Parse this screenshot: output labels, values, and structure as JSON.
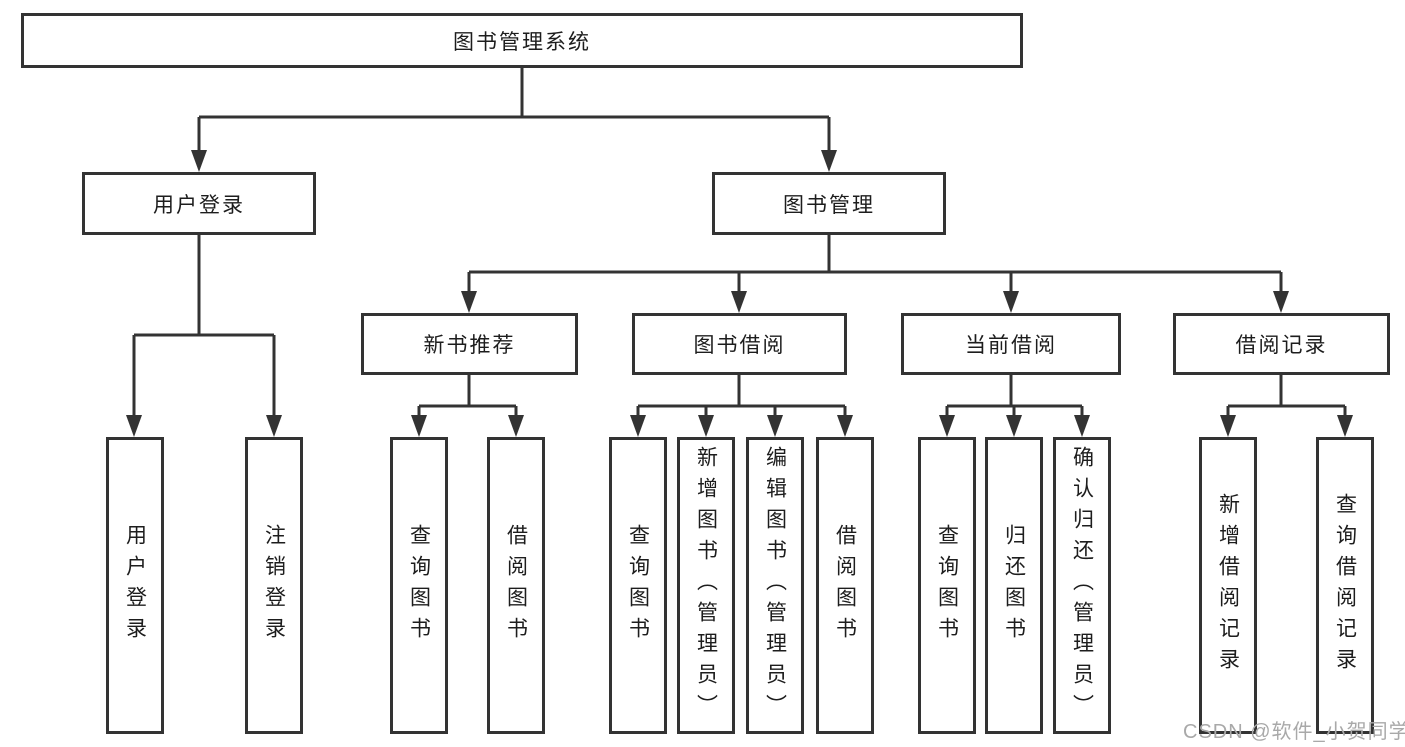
{
  "tree": {
    "label": "图书管理系统",
    "children": [
      {
        "label": "用户登录",
        "children": [
          {
            "label": "用户登录"
          },
          {
            "label": "注销登录"
          }
        ]
      },
      {
        "label": "图书管理",
        "children": [
          {
            "label": "新书推荐",
            "children": [
              {
                "label": "查询图书"
              },
              {
                "label": "借阅图书"
              }
            ]
          },
          {
            "label": "图书借阅",
            "children": [
              {
                "label": "查询图书"
              },
              {
                "label": "新增图书（管理员）"
              },
              {
                "label": "编辑图书（管理员）"
              },
              {
                "label": "借阅图书"
              }
            ]
          },
          {
            "label": "当前借阅",
            "children": [
              {
                "label": "查询图书"
              },
              {
                "label": "归还图书"
              },
              {
                "label": "确认归还（管理员）"
              }
            ]
          },
          {
            "label": "借阅记录",
            "children": [
              {
                "label": "新增借阅记录"
              },
              {
                "label": "查询借阅记录"
              }
            ]
          }
        ]
      }
    ]
  },
  "watermark": {
    "text": "CSDN @软件_小贺同学"
  },
  "colors": {
    "line": "#333333",
    "box_border": "#333333",
    "text": "#1d1d1d",
    "watermark": "#a9a9a9",
    "background": "#ffffff"
  }
}
